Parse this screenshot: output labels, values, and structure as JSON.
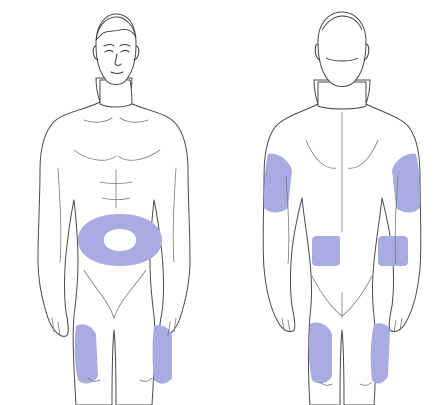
{
  "diagram": {
    "views": [
      {
        "id": "front",
        "description_icon": "front-body-view"
      },
      {
        "id": "back",
        "description_icon": "back-body-view"
      }
    ],
    "injection_site_color": "#a9ace0",
    "injection_sites": {
      "front": [
        "abdomen",
        "left-thigh",
        "right-thigh"
      ],
      "back": [
        "left-upper-arm",
        "right-upper-arm",
        "left-lower-back",
        "right-lower-back",
        "left-buttock-thigh",
        "right-buttock-thigh"
      ]
    }
  }
}
